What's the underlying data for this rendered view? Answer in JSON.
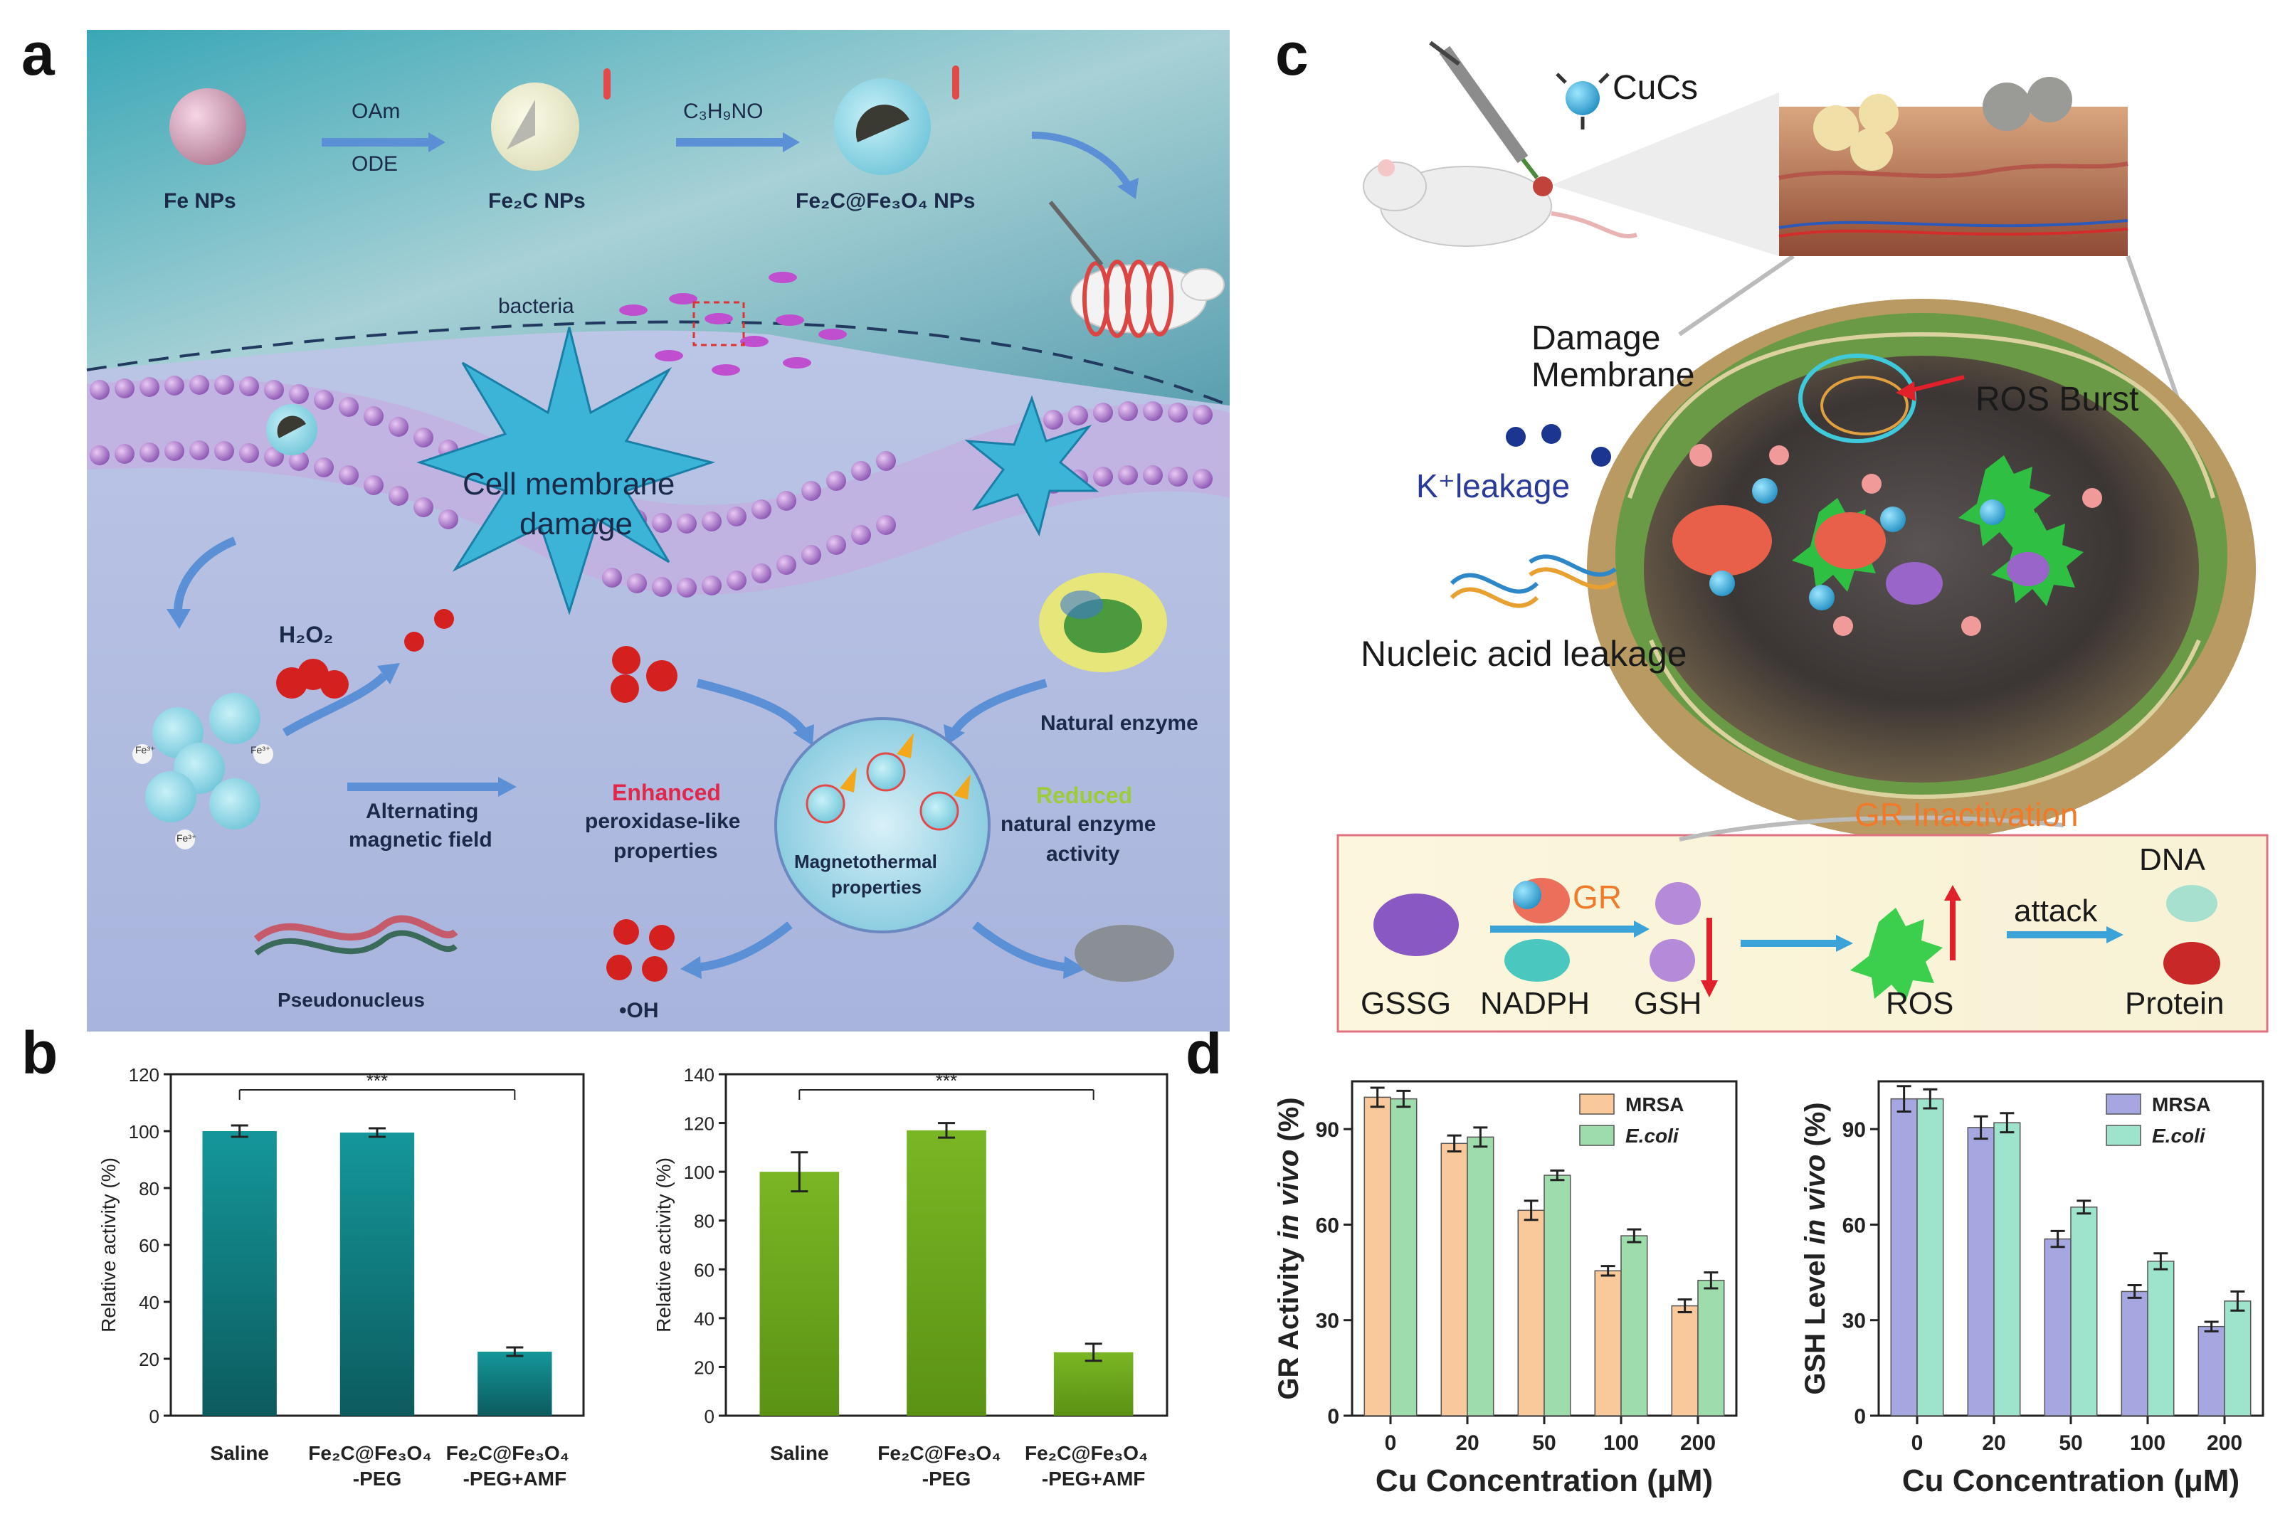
{
  "panel_letters": {
    "a": "a",
    "b": "b",
    "c": "c",
    "d": "d"
  },
  "panel_a": {
    "fe_nps": "Fe NPs",
    "oam": "OAm",
    "ode": "ODE",
    "fe2c_nps": "Fe₂C NPs",
    "c3h9no": "C₃H₉NO",
    "fe2c_fe3o4_nps": "Fe₂C@Fe₃O₄ NPs",
    "bacteria": "bacteria",
    "cell_membrane_damage_1": "Cell membrane",
    "cell_membrane_damage_2": "damage",
    "h2o2": "H₂O₂",
    "alternating_1": "Alternating",
    "alternating_2": "magnetic field",
    "enhanced": "Enhanced",
    "peroxidase_1": "peroxidase-like",
    "peroxidase_2": "properties",
    "magnetothermal_1": "Magnetothermal",
    "magnetothermal_2": "properties",
    "natural_enzyme": "Natural enzyme",
    "reduced": "Reduced",
    "reduced_2": "natural enzyme",
    "reduced_3": "activity",
    "pseudonucleus": "Pseudonucleus",
    "oh": "•OH",
    "fe_ion": "Fe³⁺"
  },
  "panel_c": {
    "cucs": "CuCs",
    "damage_1": "Damage",
    "damage_2": "Membrane",
    "ros_burst": "ROS Burst",
    "k_leakage": "K⁺leakage",
    "nucleic": "Nucleic acid leakage",
    "gr_inactivation": "GR Inactivation",
    "gr": "GR",
    "gssg": "GSSG",
    "nadph": "NADPH",
    "gsh": "GSH",
    "ros": "ROS",
    "attack": "attack",
    "dna": "DNA",
    "protein": "Protein"
  },
  "colors": {
    "teal_bar": "#0f7f80",
    "green_bar": "#6aa319",
    "mrsa_orange": "#f9c89b",
    "ecoli_green": "#9fdcab",
    "mrsa_purple": "#a6a6e0",
    "ecoli_teal": "#9ee3cc",
    "enhanced_red": "#e0284b",
    "reduced_green": "#9ccc3a",
    "gr_orange": "#f07a2a"
  },
  "chart_data": [
    {
      "type": "bar",
      "panel": "b-left",
      "categories": [
        "Saline",
        "Fe₂C@Fe₃O₄ -PEG",
        "Fe₂C@Fe₃O₄ -PEG+AMF"
      ],
      "values": [
        100,
        99.5,
        22.5
      ],
      "errors": [
        2,
        1.5,
        1.5
      ],
      "ylabel": "Relative activity (%)",
      "ylim": [
        0,
        120
      ],
      "yticks": [
        0,
        20,
        40,
        60,
        80,
        100,
        120
      ],
      "significance": "***"
    },
    {
      "type": "bar",
      "panel": "b-right",
      "categories": [
        "Saline",
        "Fe₂C@Fe₃O₄ -PEG",
        "Fe₂C@Fe₃O₄ -PEG+AMF"
      ],
      "values": [
        100,
        117,
        26
      ],
      "errors": [
        8,
        3,
        3.5
      ],
      "ylabel": "Relative activity (%)",
      "ylim": [
        0,
        140
      ],
      "yticks": [
        0,
        20,
        40,
        60,
        80,
        100,
        120,
        140
      ],
      "significance": "***"
    },
    {
      "type": "bar",
      "panel": "d-left",
      "categories": [
        "0",
        "20",
        "50",
        "100",
        "200"
      ],
      "xlabel": "Cu Concentration (μM)",
      "ylabel_main": "GR Activity ",
      "ylabel_italic": "in vivo",
      "ylabel_suffix": " (%)",
      "ylim": [
        0,
        105
      ],
      "yticks": [
        0,
        30,
        60,
        90
      ],
      "series": [
        {
          "name": "MRSA",
          "values": [
            100,
            85.5,
            64.5,
            45.5,
            34.5
          ],
          "errors": [
            3,
            2.5,
            3,
            1.5,
            2
          ]
        },
        {
          "name": "E.coli",
          "values": [
            99.5,
            87.5,
            75.5,
            56.5,
            42.5
          ],
          "errors": [
            2.5,
            3,
            1.5,
            2,
            2.5
          ]
        }
      ]
    },
    {
      "type": "bar",
      "panel": "d-right",
      "categories": [
        "0",
        "20",
        "50",
        "100",
        "200"
      ],
      "xlabel": "Cu Concentration (μM)",
      "ylabel_main": "GSH Level ",
      "ylabel_italic": "in vivo",
      "ylabel_suffix": " (%)",
      "ylim": [
        0,
        105
      ],
      "yticks": [
        0,
        30,
        60,
        90
      ],
      "series": [
        {
          "name": "MRSA",
          "values": [
            99.5,
            90.5,
            55.5,
            39,
            28
          ],
          "errors": [
            4,
            3.5,
            2.5,
            2,
            1.5
          ]
        },
        {
          "name": "E.coli",
          "values": [
            99.5,
            92,
            65.5,
            48.5,
            36
          ],
          "errors": [
            3,
            3,
            2,
            2.5,
            3
          ]
        }
      ]
    }
  ]
}
